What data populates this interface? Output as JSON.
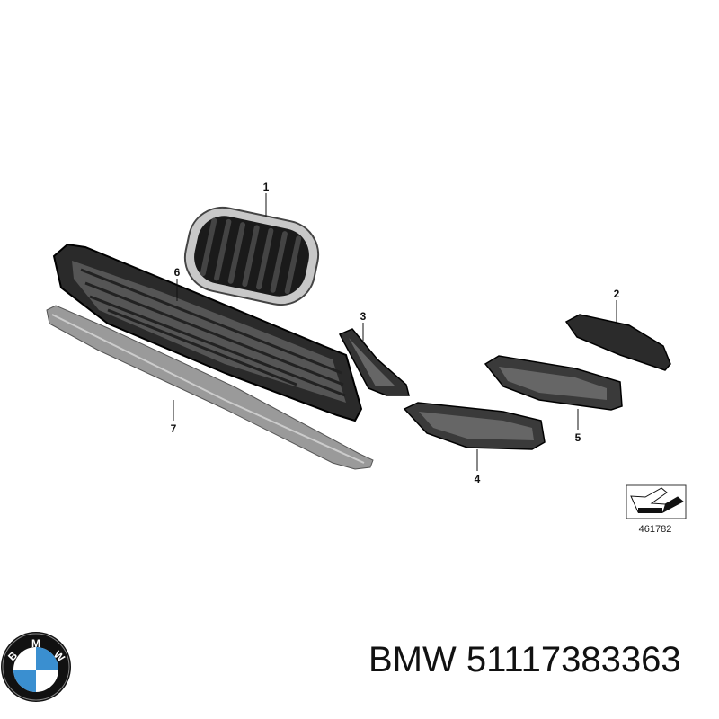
{
  "diagram": {
    "callouts": [
      "1",
      "2",
      "3",
      "4",
      "5",
      "6",
      "7"
    ],
    "reference_number": "461782",
    "reference_icon": "arrow-down-left-icon"
  },
  "footer": {
    "brand": "BMW",
    "part_number_label": "BMW 51117383363",
    "logo_letters": [
      "B",
      "M",
      "W"
    ],
    "logo_colors": {
      "blue": "#3a8fd0",
      "white": "#ffffff",
      "ring": "#111111"
    }
  }
}
